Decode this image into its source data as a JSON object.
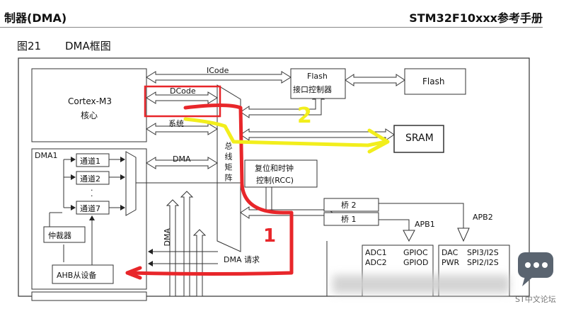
{
  "header": {
    "left": "制器(DMA)",
    "right": "STM32F10xxx参考手册"
  },
  "figure": {
    "number": "图21",
    "title": "DMA框图"
  },
  "blocks": {
    "cortex_line1": "Cortex-M3",
    "cortex_line2": "核心",
    "icode": "ICode",
    "dcode": "DCode",
    "system": "系统",
    "dma_bus": "DMA",
    "flash_if_line1": "Flash",
    "flash_if_line2": "接口控制器",
    "flash": "Flash",
    "sram": "SRAM",
    "bus_matrix": "总线矩阵",
    "rcc_line1": "复位和时钟",
    "rcc_line2": "控制(RCC)",
    "dma1": "DMA1",
    "ch1": "通道1",
    "ch2": "通道2",
    "dots": "·",
    "ch7": "通道7",
    "arbiter": "仲裁器",
    "ahb_slave": "AHB从设备",
    "bridge2": "桥 2",
    "bridge1": "桥 1",
    "apb1": "APB1",
    "apb2": "APB2",
    "dma_vertical": "DMA",
    "dma_request": "DMA 请求",
    "adc1": "ADC1",
    "adc2": "ADC2",
    "gpioc": "GPIOC",
    "gpiod": "GPIOD",
    "dac": "DAC",
    "pwr": "PWR",
    "spi3": "SPI3/I2S",
    "spi2": "SPI2/I2S"
  },
  "annotations": {
    "num1": "1",
    "num2": "2",
    "red": "#e8262a",
    "yellow": "#f2ee1c"
  },
  "watermark": "ST中文论坛"
}
